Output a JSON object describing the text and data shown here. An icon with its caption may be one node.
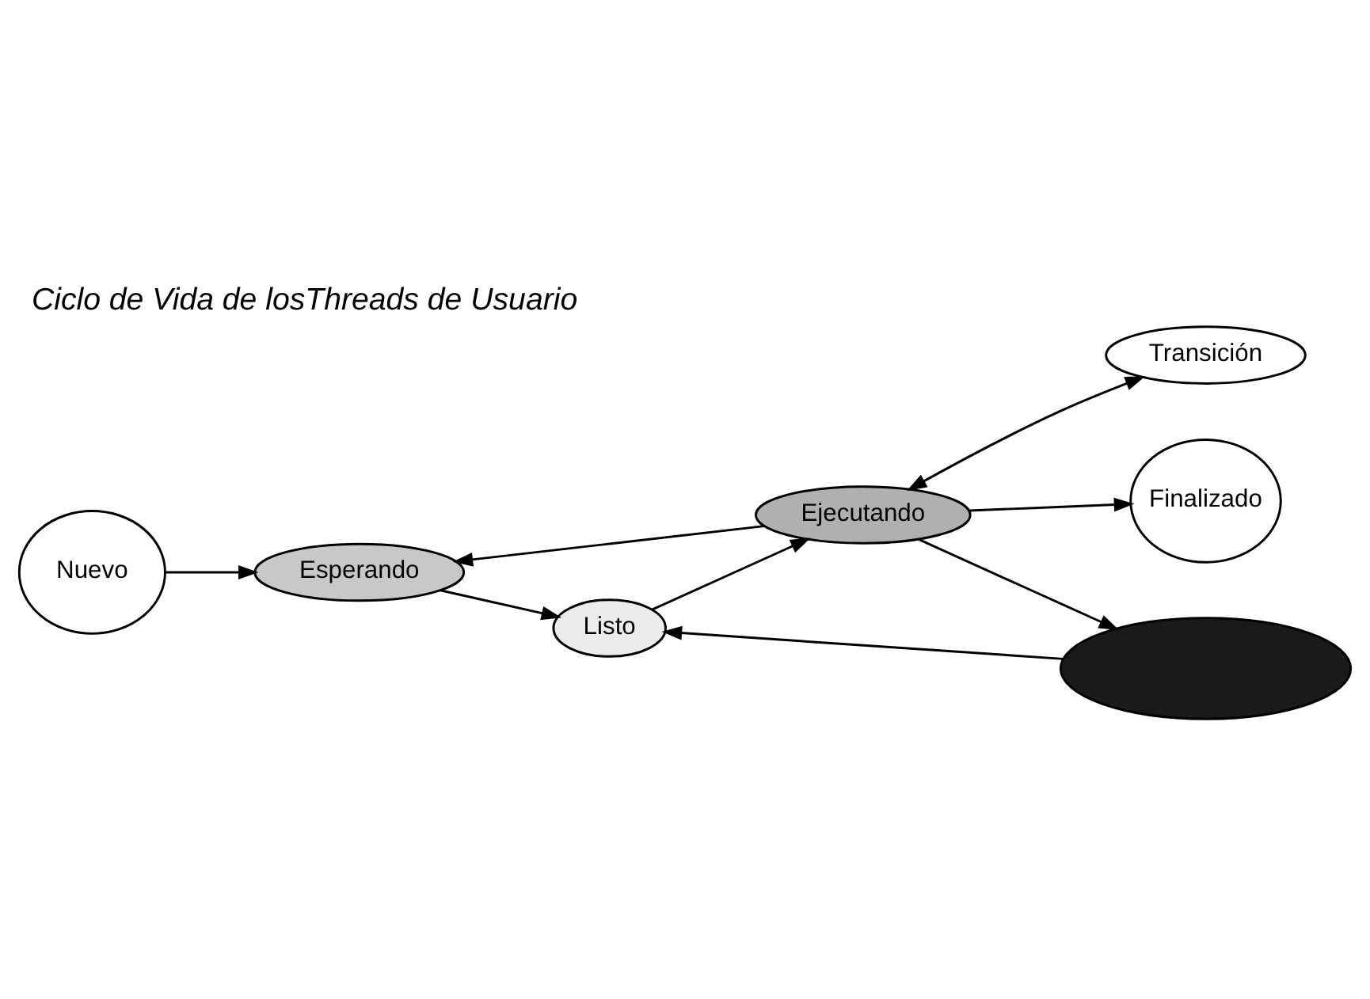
{
  "diagram": {
    "title": "Ciclo de Vida de losThreads de Usuario",
    "nodes": [
      {
        "text": [
          "Nuevo"
        ]
      },
      {
        "text": [
          "Esperando"
        ]
      },
      {
        "text": [
          "Transición"
        ]
      },
      {
        "text": [
          "Listo"
        ]
      },
      {
        "text": [
          "Ejecutando"
        ]
      },
      {
        "text": [
          "Finalizado"
        ]
      },
      {
        "text": [],
        "shape": "ellipse"
      }
    ],
    "edges": [
      {
        "from": 0,
        "to": 1,
        "arrow": "to"
      },
      {
        "from": 1,
        "to": 3,
        "arrow": "to"
      },
      {
        "from": 3,
        "to": 4,
        "arrow": "to"
      },
      {
        "from": 4,
        "to": 1,
        "arrow": "to"
      },
      {
        "from": 4,
        "to": 2,
        "arrow": "both"
      },
      {
        "from": 4,
        "to": 5,
        "arrow": "to"
      },
      {
        "from": 4,
        "to": 6,
        "arrow": "to"
      },
      {
        "from": 6,
        "to": 3,
        "arrow": "to"
      }
    ]
  }
}
